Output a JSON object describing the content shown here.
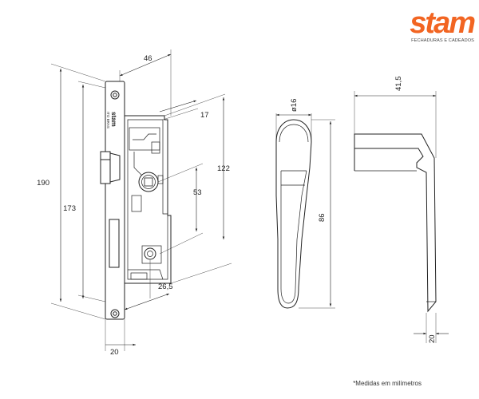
{
  "brand": {
    "name": "stam",
    "tagline": "FECHADURAS E CADEADOS",
    "color": "#f26522"
  },
  "footnote": "*Medidas em milímetros",
  "lock_body": {
    "stamp_logo": "stam",
    "stamp_text": "ITO BRAS",
    "dimensions": {
      "total_height": "190",
      "faceplate_height": "173",
      "backset": "46",
      "body_height": "122",
      "top_offset": "17",
      "spindle_to_cylinder": "53",
      "bottom_offset": "26,5",
      "faceplate_width": "20"
    }
  },
  "handle_front": {
    "dimensions": {
      "rose_diameter": "ø16",
      "handle_length": "86"
    }
  },
  "handle_side": {
    "dimensions": {
      "projection": "41,5",
      "width": "20"
    }
  }
}
